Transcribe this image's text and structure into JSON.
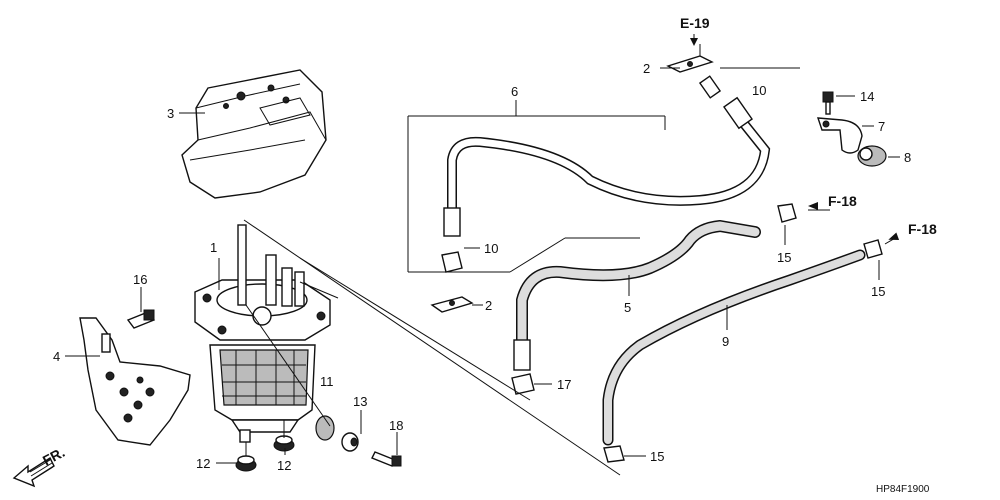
{
  "diagram": {
    "code": "HP84F1900",
    "direction": "FR.",
    "refs": {
      "e19": "E-19",
      "f18_a": "F-18",
      "f18_b": "F-18"
    },
    "callouts": [
      "1",
      "2",
      "2",
      "3",
      "4",
      "5",
      "6",
      "7",
      "8",
      "9",
      "10",
      "10",
      "11",
      "12",
      "12",
      "13",
      "14",
      "15",
      "15",
      "15",
      "16",
      "17",
      "18"
    ]
  }
}
